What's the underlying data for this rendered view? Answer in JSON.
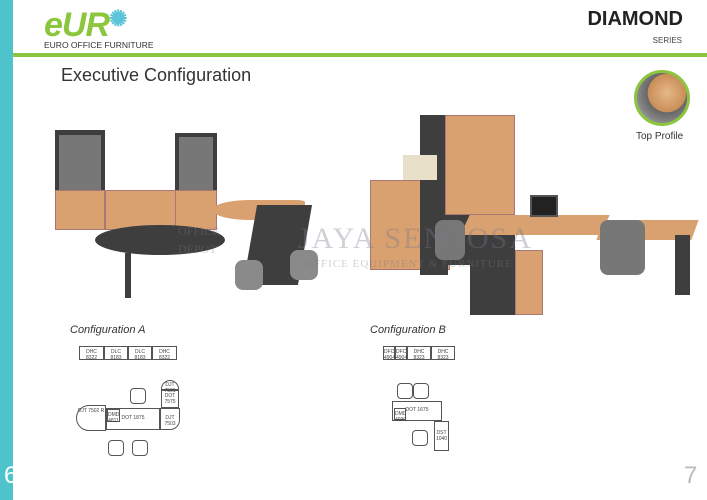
{
  "brand": {
    "logo_text": "eUR",
    "name": "EURO OFFICE FURNITURE"
  },
  "series": {
    "title": "DIAMOND",
    "subtitle": "SERIES"
  },
  "page_title": "Executive Configuration",
  "top_profile": {
    "label": "Top Profile"
  },
  "config_a": {
    "label": "Configuration A",
    "elevation": [
      "DHC 8322",
      "DLC 8183",
      "DLC 8183",
      "DHC 8322"
    ],
    "plan": {
      "left_table": "DJT 7502 R",
      "drawer": "DMD 4811",
      "desk": "DOT 1875",
      "corner": "DJT 7503",
      "side": "DOT 7575",
      "top": "DJT 7501"
    }
  },
  "config_b": {
    "label": "Configuration B",
    "elevation": [
      "DFC 4904",
      "DFC 4904",
      "DHC 8323",
      "DHC 8323"
    ],
    "plan": {
      "desk": "DOT 1675",
      "drawer": "DMD 4030",
      "side": "DST 1040"
    }
  },
  "watermark": {
    "line1": "JAYA SENTOSA",
    "line2": "OFFICE EQUIPMENT & FURNITURE",
    "line3": "OFFICE DEPOT"
  },
  "page_numbers": {
    "left": "6",
    "right": "7"
  }
}
